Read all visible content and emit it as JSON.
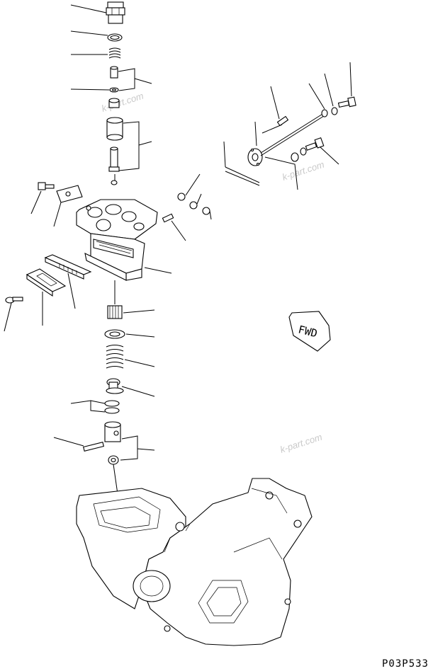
{
  "figure_code": "P03P533",
  "direction_label": "FWD",
  "watermark": "k-part.com"
}
